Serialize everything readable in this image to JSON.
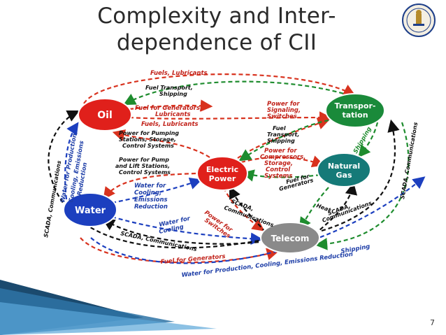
{
  "slide": {
    "title_line1": "Complexity and Inter-",
    "title_line2": "dependence of CII",
    "page_number": "7"
  },
  "nodes": {
    "oil": "Oil",
    "transport_line1": "Transpor-",
    "transport_line2": "tation",
    "electric_line1": "Electric",
    "electric_line2": "Power",
    "gas_line1": "Natural",
    "gas_line2": "Gas",
    "water": "Water",
    "telecom": "Telecom"
  },
  "labels": {
    "fuels_lubricants_top": "Fuels, Lubricants",
    "fuel_transport_1": "Fuel Transport,",
    "fuel_transport_2": "Shipping",
    "fuel_generators_1": "Fuel for Generators,",
    "fuel_generators_2": "Lubricants",
    "fuels_lubricants_mid": "Fuels, Lubricants",
    "power_pumping_1": "Power for Pumping",
    "power_pumping_2": "Stations, Storage,",
    "power_pumping_3": "Control Systems",
    "power_signaling_1": "Power for",
    "power_signaling_2": "Signaling,",
    "power_signaling_3": "Switches",
    "fuel_transport_gas_1": "Fuel",
    "fuel_transport_gas_2": "Transport,",
    "fuel_transport_gas_3": "Shipping",
    "power_compressors_1": "Power for",
    "power_compressors_2": "Compressors,",
    "power_compressors_3": "Storage,",
    "power_compressors_4": "Control",
    "power_compressors_5": "Systems",
    "power_pump_lift_1": "Power for Pump",
    "power_pump_lift_2": "and Lift Stations,",
    "power_pump_lift_3": "Control Systems",
    "water_cooling_1": "Water for",
    "water_cooling_2": "Cooling,",
    "water_cooling_3": "Emissions",
    "water_cooling_4": "Reduction",
    "fuel_for_generators_gas_1": "Fuel for",
    "fuel_for_generators_gas_2": "Generators",
    "scada_left": "SCADA, Communications",
    "water_production_left_1": "Water for Production,",
    "water_production_left_2": "Cooling, Emissions",
    "water_production_left_3": "Reduction",
    "shipping_right": "Shipping",
    "scada_right": "SCADA, Communications",
    "scada_mid_1": "SCADA,",
    "scada_mid_2": "Communications",
    "heat": "Heat",
    "scada_gas_1": "SCADA,",
    "scada_gas_2": "Communications",
    "power_switches_1": "Power for",
    "power_switches_2": "Switches",
    "water_cooling_bottom_1": "Water for",
    "water_cooling_bottom_2": "Cooling",
    "scada_bottom": "SCADA, Communications",
    "shipping_bottom": "Shipping",
    "fuel_generators_bottom": "Fuel for Generators",
    "water_production_bottom": "Water for Production, Cooling, Emissions Reduction"
  },
  "colors": {
    "node_red": "#e0201b",
    "node_green": "#1a8a3a",
    "node_teal": "#157a78",
    "node_blue": "#1c3fbf",
    "node_gray": "#8a8a8a",
    "arrow_red": "#d8321e",
    "arrow_green": "#1e8c2e",
    "arrow_blue": "#1c3fbf",
    "arrow_black": "#111111",
    "label_red": "#c1221a",
    "label_blue": "#1f3fa8"
  },
  "icons": {
    "seal": "emblem-seal-icon",
    "corner": "corner-decoration"
  }
}
